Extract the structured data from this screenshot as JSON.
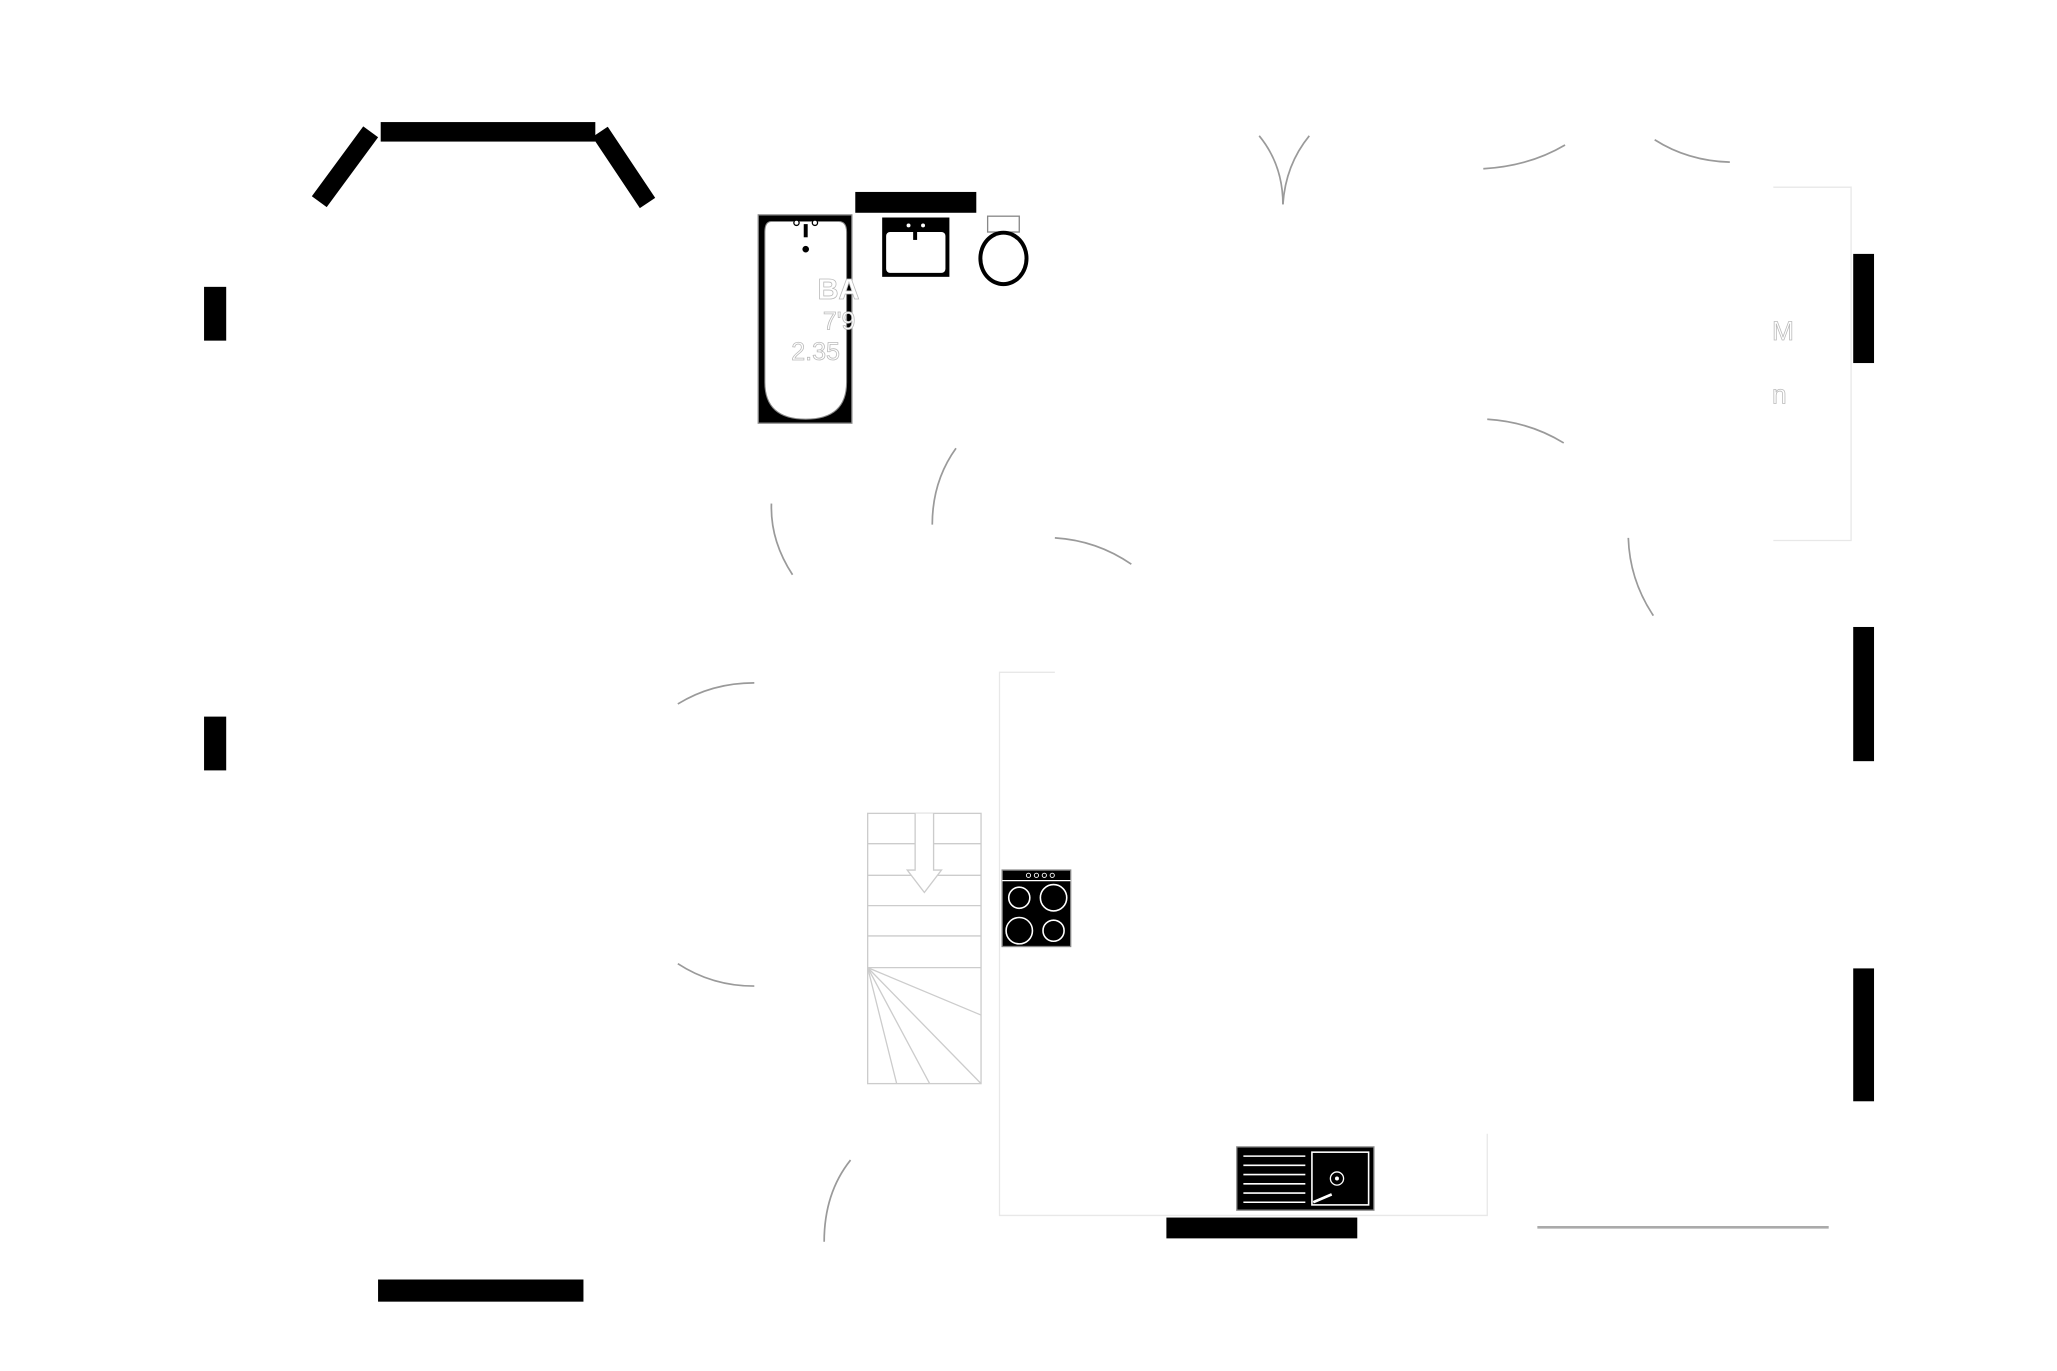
{
  "floorplan": {
    "bathroom_label": "BA",
    "bathroom_dim_imperial": "7'9",
    "bathroom_dim_metric": "2.35",
    "right_room_label_fragment_1": "M",
    "right_room_label_fragment_2": "n"
  },
  "colors": {
    "wall": "#000000",
    "door_arc": "#9a9a9a",
    "background": "#ffffff"
  }
}
